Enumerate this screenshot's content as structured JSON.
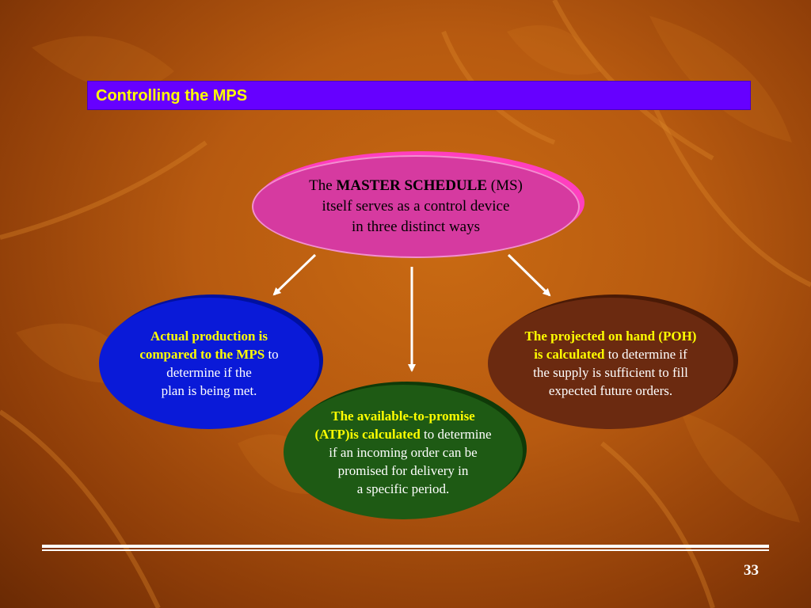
{
  "slide": {
    "title": "Controlling the MPS",
    "page_number": "33"
  },
  "master": {
    "prefix": "The ",
    "bold": "MASTER SCHEDULE",
    "suffix": " (MS)",
    "line2": "itself serves as a control device",
    "line3": "in three distinct ways"
  },
  "actual": {
    "highlight_1": "Actual production is",
    "highlight_2": "compared to the MPS",
    "rest_1": " to",
    "rest_2": "determine if  the",
    "rest_3": "plan is being met."
  },
  "poh": {
    "highlight_1": "The projected on hand (POH)",
    "highlight_2": "is calculated",
    "rest_1": " to determine if",
    "rest_2": "the supply is sufficient to fill",
    "rest_3": "expected future orders."
  },
  "atp": {
    "highlight_1": "The available-to-promise",
    "highlight_2": "(ATP)is calculated",
    "rest_1": " to determine",
    "rest_2": "if an  incoming order can be",
    "rest_3": "promised for delivery in",
    "rest_4": "a specific period."
  },
  "colors": {
    "title_bar": "#6600ff",
    "title_text": "#ffff00",
    "master_ellipse": "#d63aa0",
    "actual_ellipse": "#0a1ad8",
    "poh_ellipse": "#6b2a10",
    "atp_ellipse": "#1e5a14",
    "highlight_text": "#ffff00"
  }
}
